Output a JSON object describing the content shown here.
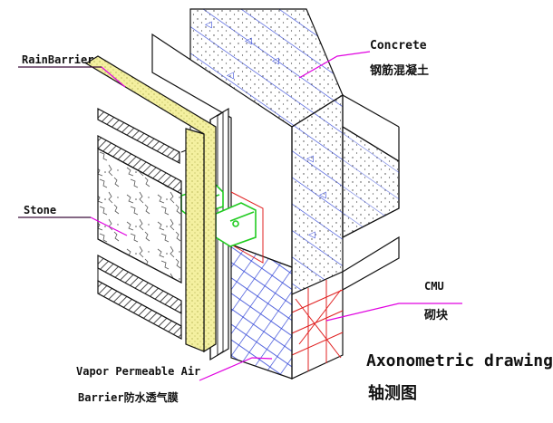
{
  "labels": {
    "rain_barrier": "RainBarrier",
    "stone": "Stone",
    "concrete_en": "Concrete",
    "concrete_cn": "钢筋混凝土",
    "cmu_en": "CMU",
    "cmu_cn": "砌块",
    "vapor_line1": "Vapor Permeable Air",
    "vapor_line2": "Barrier防水透气膜",
    "title_en": "Axonometric drawing",
    "title_cn": "轴测图"
  },
  "colors": {
    "leader": "#e000e0",
    "rain_barrier_fill": "#f4f0a0",
    "insulation_hatch": "#2a3fd6",
    "cmu_grid": "#e02020",
    "bracket": "#22cc22",
    "concrete_hatch": "#2a3fd6",
    "outline": "#111111"
  },
  "icons": {
    "concrete_marks": "triangle-glyph",
    "stone_texture": "crack-pattern"
  }
}
